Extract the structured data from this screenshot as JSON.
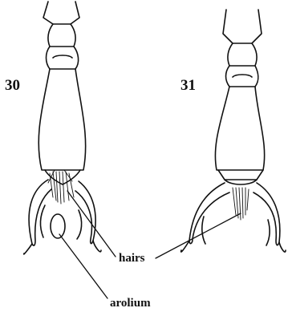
{
  "figures": [
    {
      "number": "30"
    },
    {
      "number": "31"
    }
  ],
  "labels": {
    "hairs": "hairs",
    "arolium": "arolium"
  }
}
